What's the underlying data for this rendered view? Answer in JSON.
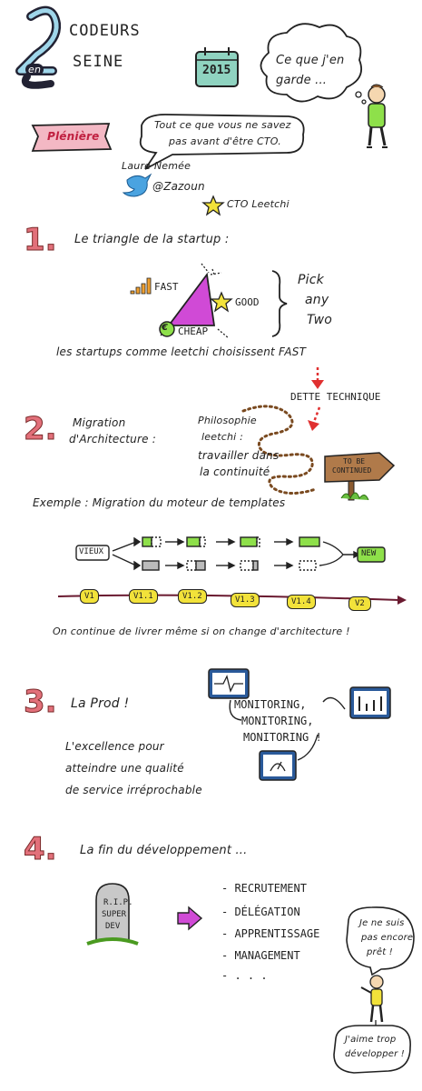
{
  "header": {
    "logo_line1": "CODEURS",
    "logo_line2": "SEINE",
    "logo_en": "en",
    "year": "2015",
    "bubble": "Ce que j'en garde ..."
  },
  "intro": {
    "pleniere": "Plénière",
    "quote_line1": "Tout ce que vous ne savez",
    "quote_line2": "pas avant d'être CTO.",
    "speaker": "Laure Nemée",
    "twitter": "@Zazoun",
    "role": "CTO Leetchi"
  },
  "section1": {
    "number": "1.",
    "title": "Le triangle de la startup :",
    "fast": "FAST",
    "good": "GOOD",
    "cheap": "CHEAP",
    "pick": [
      "Pick",
      "any",
      "Two"
    ],
    "caption": "les startups comme leetchi choisissent FAST",
    "dette": "DETTE TECHNIQUE"
  },
  "section2": {
    "number": "2.",
    "title_line1": "Migration",
    "title_line2": "d'Architecture :",
    "philo": [
      "Philosophie",
      "leetchi :",
      "travailler dans",
      "la continuité"
    ],
    "sign": [
      "TO BE",
      "CONTINUED"
    ],
    "example": "Exemple : Migration du moteur de templates",
    "vieux": "VIEUX",
    "new": "NEW",
    "versions": [
      "V1",
      "V1.1",
      "V1.2",
      "V1.3",
      "V1.4",
      "V2"
    ],
    "caption": "On continue de livrer même si on change d'architecture !"
  },
  "section3": {
    "number": "3.",
    "title": "La Prod !",
    "text": [
      "L'excellence pour",
      "atteindre une qualité",
      "de service irréprochable"
    ],
    "monitoring": [
      "MONITORING,",
      "MONITORING,",
      "MONITORING !"
    ]
  },
  "section4": {
    "number": "4.",
    "title": "La fin du développement ...",
    "tomb": [
      "R.I.P.",
      "SUPER",
      "DEV"
    ],
    "list": [
      "- RECRUTEMENT",
      "- DÉLÉGATION",
      "- APPRENTISSAGE",
      "- MANAGEMENT",
      "- . . ."
    ],
    "bubble1": [
      "Je ne suis",
      "pas encore",
      "prêt !"
    ],
    "bubble2": [
      "J'aime trop",
      "développer !"
    ]
  },
  "colors": {
    "accent_red": "#e2707a",
    "pink": "#f3b8c4",
    "magenta": "#d04ad6",
    "green": "#8ee04a",
    "teal": "#7fd3c4",
    "yellow": "#f2e23a",
    "orange": "#f0a030"
  }
}
